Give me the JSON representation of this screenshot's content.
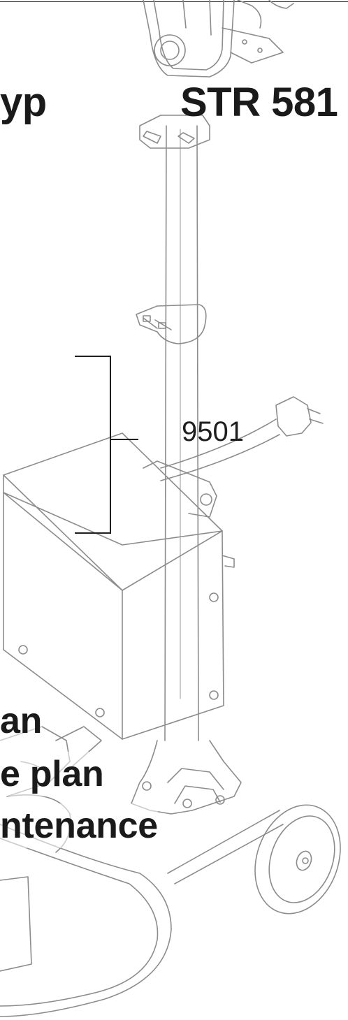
{
  "header": {
    "left_title_fragment": "yp",
    "model": "STR 581"
  },
  "callout": {
    "part_number": "9501"
  },
  "menu": {
    "items": [
      {
        "label": "an"
      },
      {
        "label": "e plan"
      },
      {
        "label": "ntenance"
      }
    ]
  },
  "colors": {
    "line": "#1f1f1f",
    "drawing": "#8c8c8c"
  }
}
